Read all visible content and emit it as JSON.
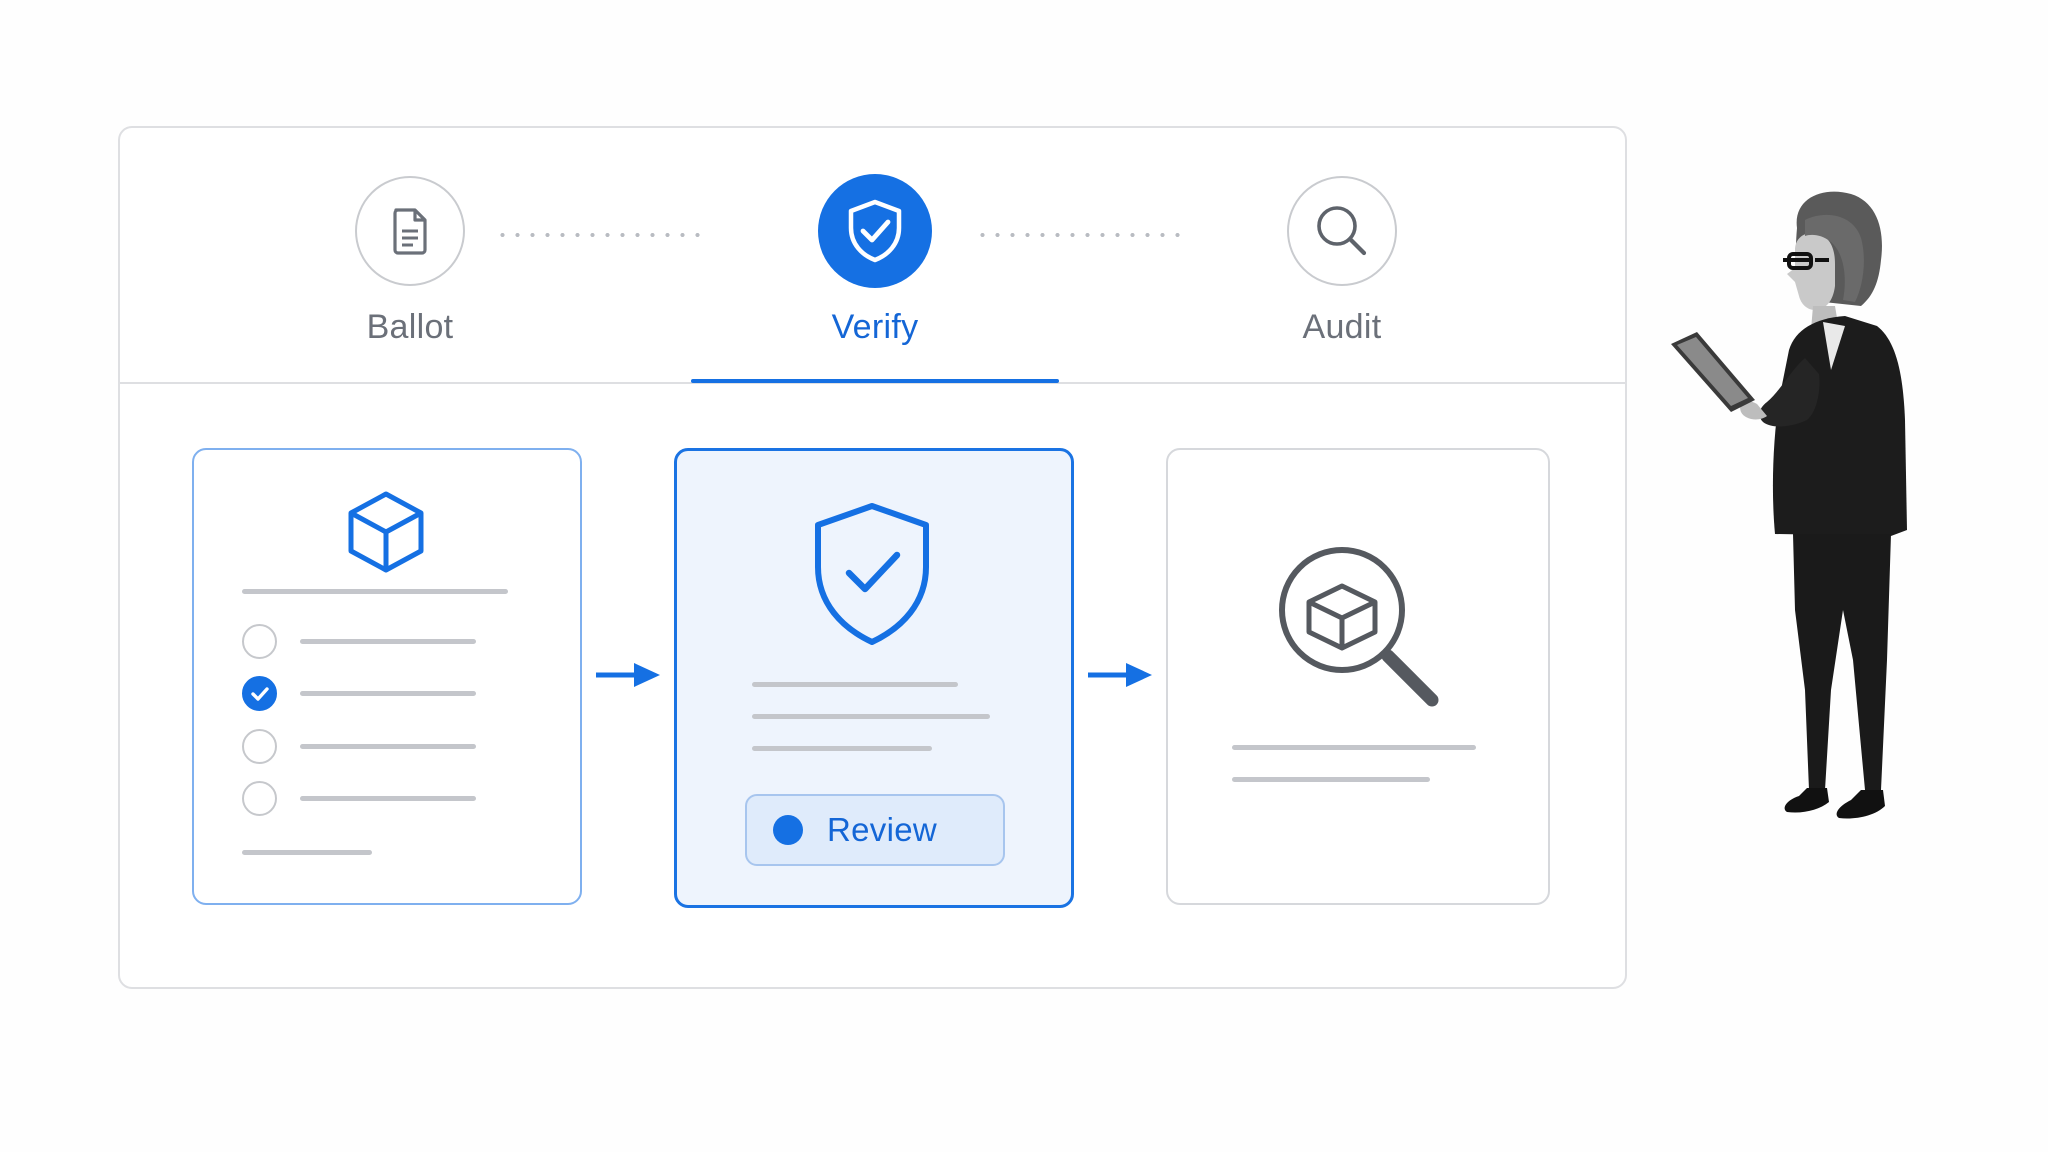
{
  "colors": {
    "accent": "#1570e3",
    "accent_text": "#1466d6",
    "muted_text": "#6b7079",
    "border": "#dedfe2",
    "card_active_bg": "#eef4fd"
  },
  "stepper": {
    "steps": [
      {
        "label": "Ballot",
        "icon": "document-icon",
        "active": false
      },
      {
        "label": "Verify",
        "icon": "shield-check-icon",
        "active": true
      },
      {
        "label": "Audit",
        "icon": "search-icon",
        "active": false
      }
    ]
  },
  "cards": {
    "ballot": {
      "icon": "cube-icon",
      "options_checked": [
        false,
        true,
        false,
        false
      ]
    },
    "verify": {
      "icon": "shield-check-icon",
      "button_label": "Review"
    },
    "audit": {
      "icon": "magnifier-cube-icon"
    }
  },
  "illustration": {
    "figure": "person-holding-tablet"
  }
}
